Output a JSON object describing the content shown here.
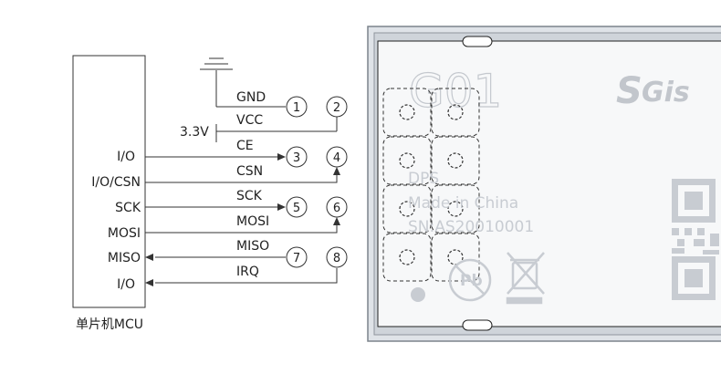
{
  "mcu": {
    "caption": "单片机MCU",
    "pins": [
      "I/O",
      "I/O/CSN",
      "SCK",
      "MOSI",
      "MISO",
      "I/O"
    ]
  },
  "power": {
    "voltage": "3.3V"
  },
  "signals": [
    "GND",
    "VCC",
    "CE",
    "CSN",
    "SCK",
    "MOSI",
    "MISO",
    "IRQ"
  ],
  "pin_numbers": [
    "1",
    "2",
    "3",
    "4",
    "5",
    "6",
    "7",
    "8"
  ],
  "module": {
    "model": "G01",
    "brand": "Gis",
    "lines": [
      "DPS",
      "Made in China",
      "SN:AS20010001"
    ],
    "pb_mark": "Pb"
  },
  "colors": {
    "line": "#333333",
    "module_frame": "#8a9099",
    "module_fill": "#eef0f3",
    "watermark": "#c8ccd2"
  }
}
